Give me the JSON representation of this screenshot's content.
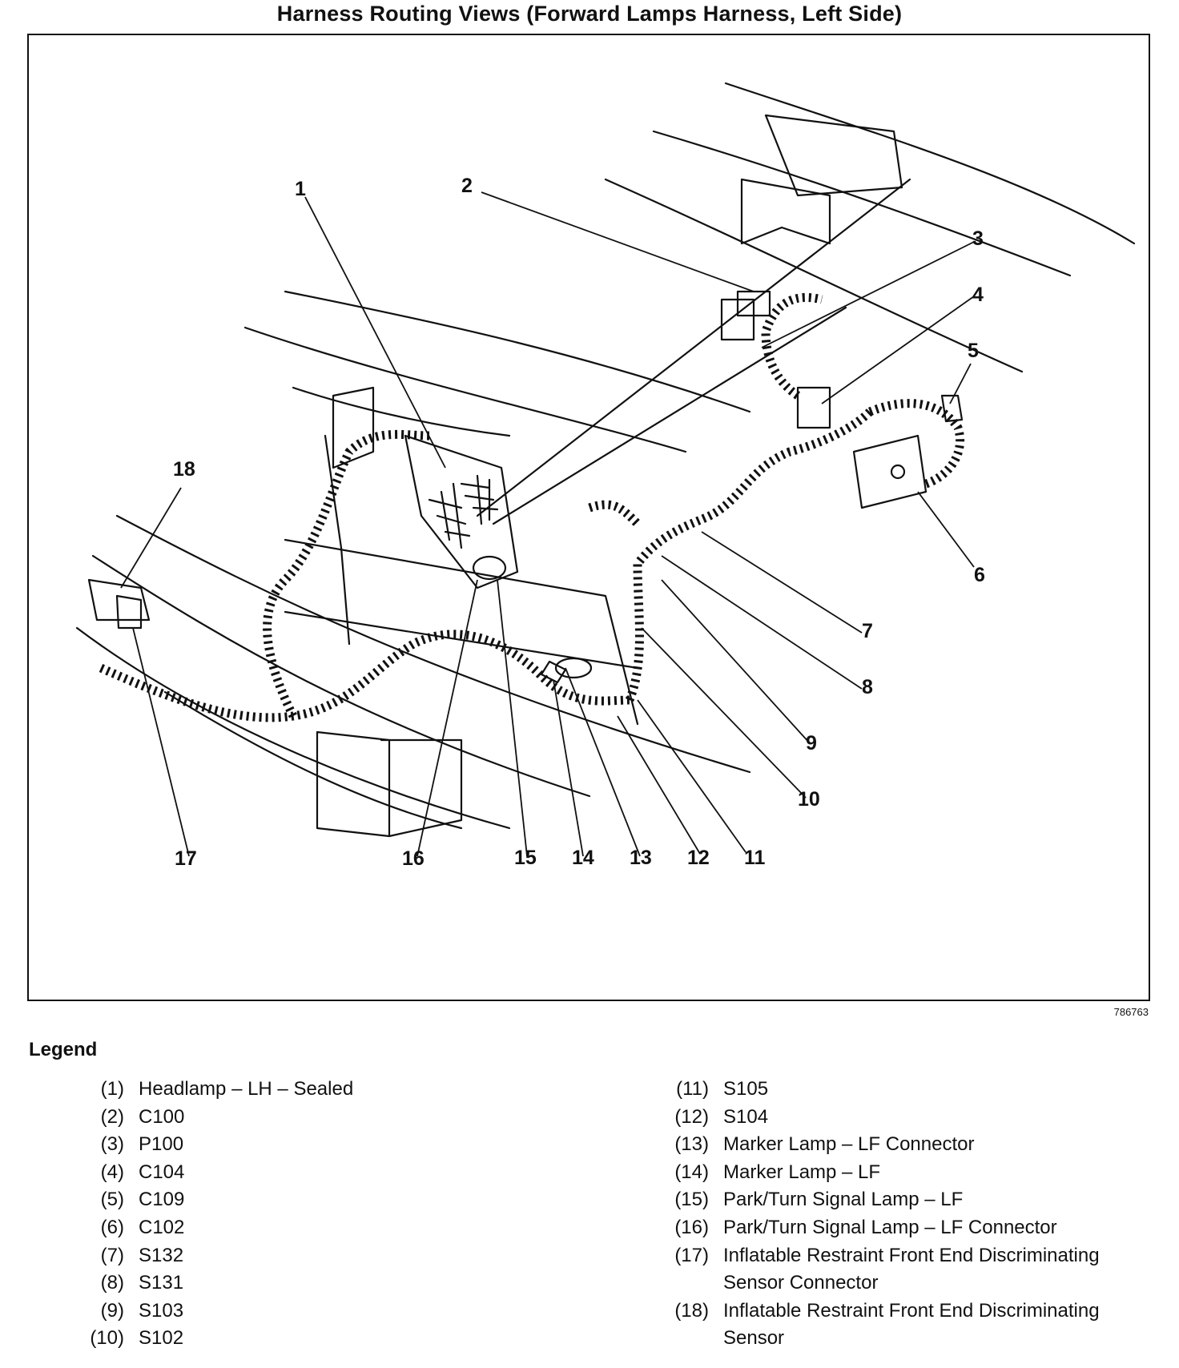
{
  "title": "Harness Routing Views (Forward Lamps Harness, Left Side)",
  "figure_id": "786763",
  "legend_title": "Legend",
  "callouts": [
    "1",
    "2",
    "3",
    "4",
    "5",
    "6",
    "7",
    "8",
    "9",
    "10",
    "11",
    "12",
    "13",
    "14",
    "15",
    "16",
    "17",
    "18"
  ],
  "legend": {
    "left": [
      {
        "num": "(1)",
        "text": "Headlamp – LH – Sealed"
      },
      {
        "num": "(2)",
        "text": "C100"
      },
      {
        "num": "(3)",
        "text": "P100"
      },
      {
        "num": "(4)",
        "text": "C104"
      },
      {
        "num": "(5)",
        "text": "C109"
      },
      {
        "num": "(6)",
        "text": "C102"
      },
      {
        "num": "(7)",
        "text": "S132"
      },
      {
        "num": "(8)",
        "text": "S131"
      },
      {
        "num": "(9)",
        "text": "S103"
      },
      {
        "num": "(10)",
        "text": "S102"
      }
    ],
    "right": [
      {
        "num": "(11)",
        "text": "S105"
      },
      {
        "num": "(12)",
        "text": "S104"
      },
      {
        "num": "(13)",
        "text": "Marker Lamp – LF Connector"
      },
      {
        "num": "(14)",
        "text": "Marker Lamp – LF"
      },
      {
        "num": "(15)",
        "text": "Park/Turn Signal Lamp – LF"
      },
      {
        "num": "(16)",
        "text": "Park/Turn Signal Lamp – LF Connector"
      },
      {
        "num": "(17)",
        "text": "Inflatable Restraint Front End Discriminating Sensor Connector"
      },
      {
        "num": "(18)",
        "text": "Inflatable Restraint Front End Discriminating Sensor"
      }
    ]
  }
}
